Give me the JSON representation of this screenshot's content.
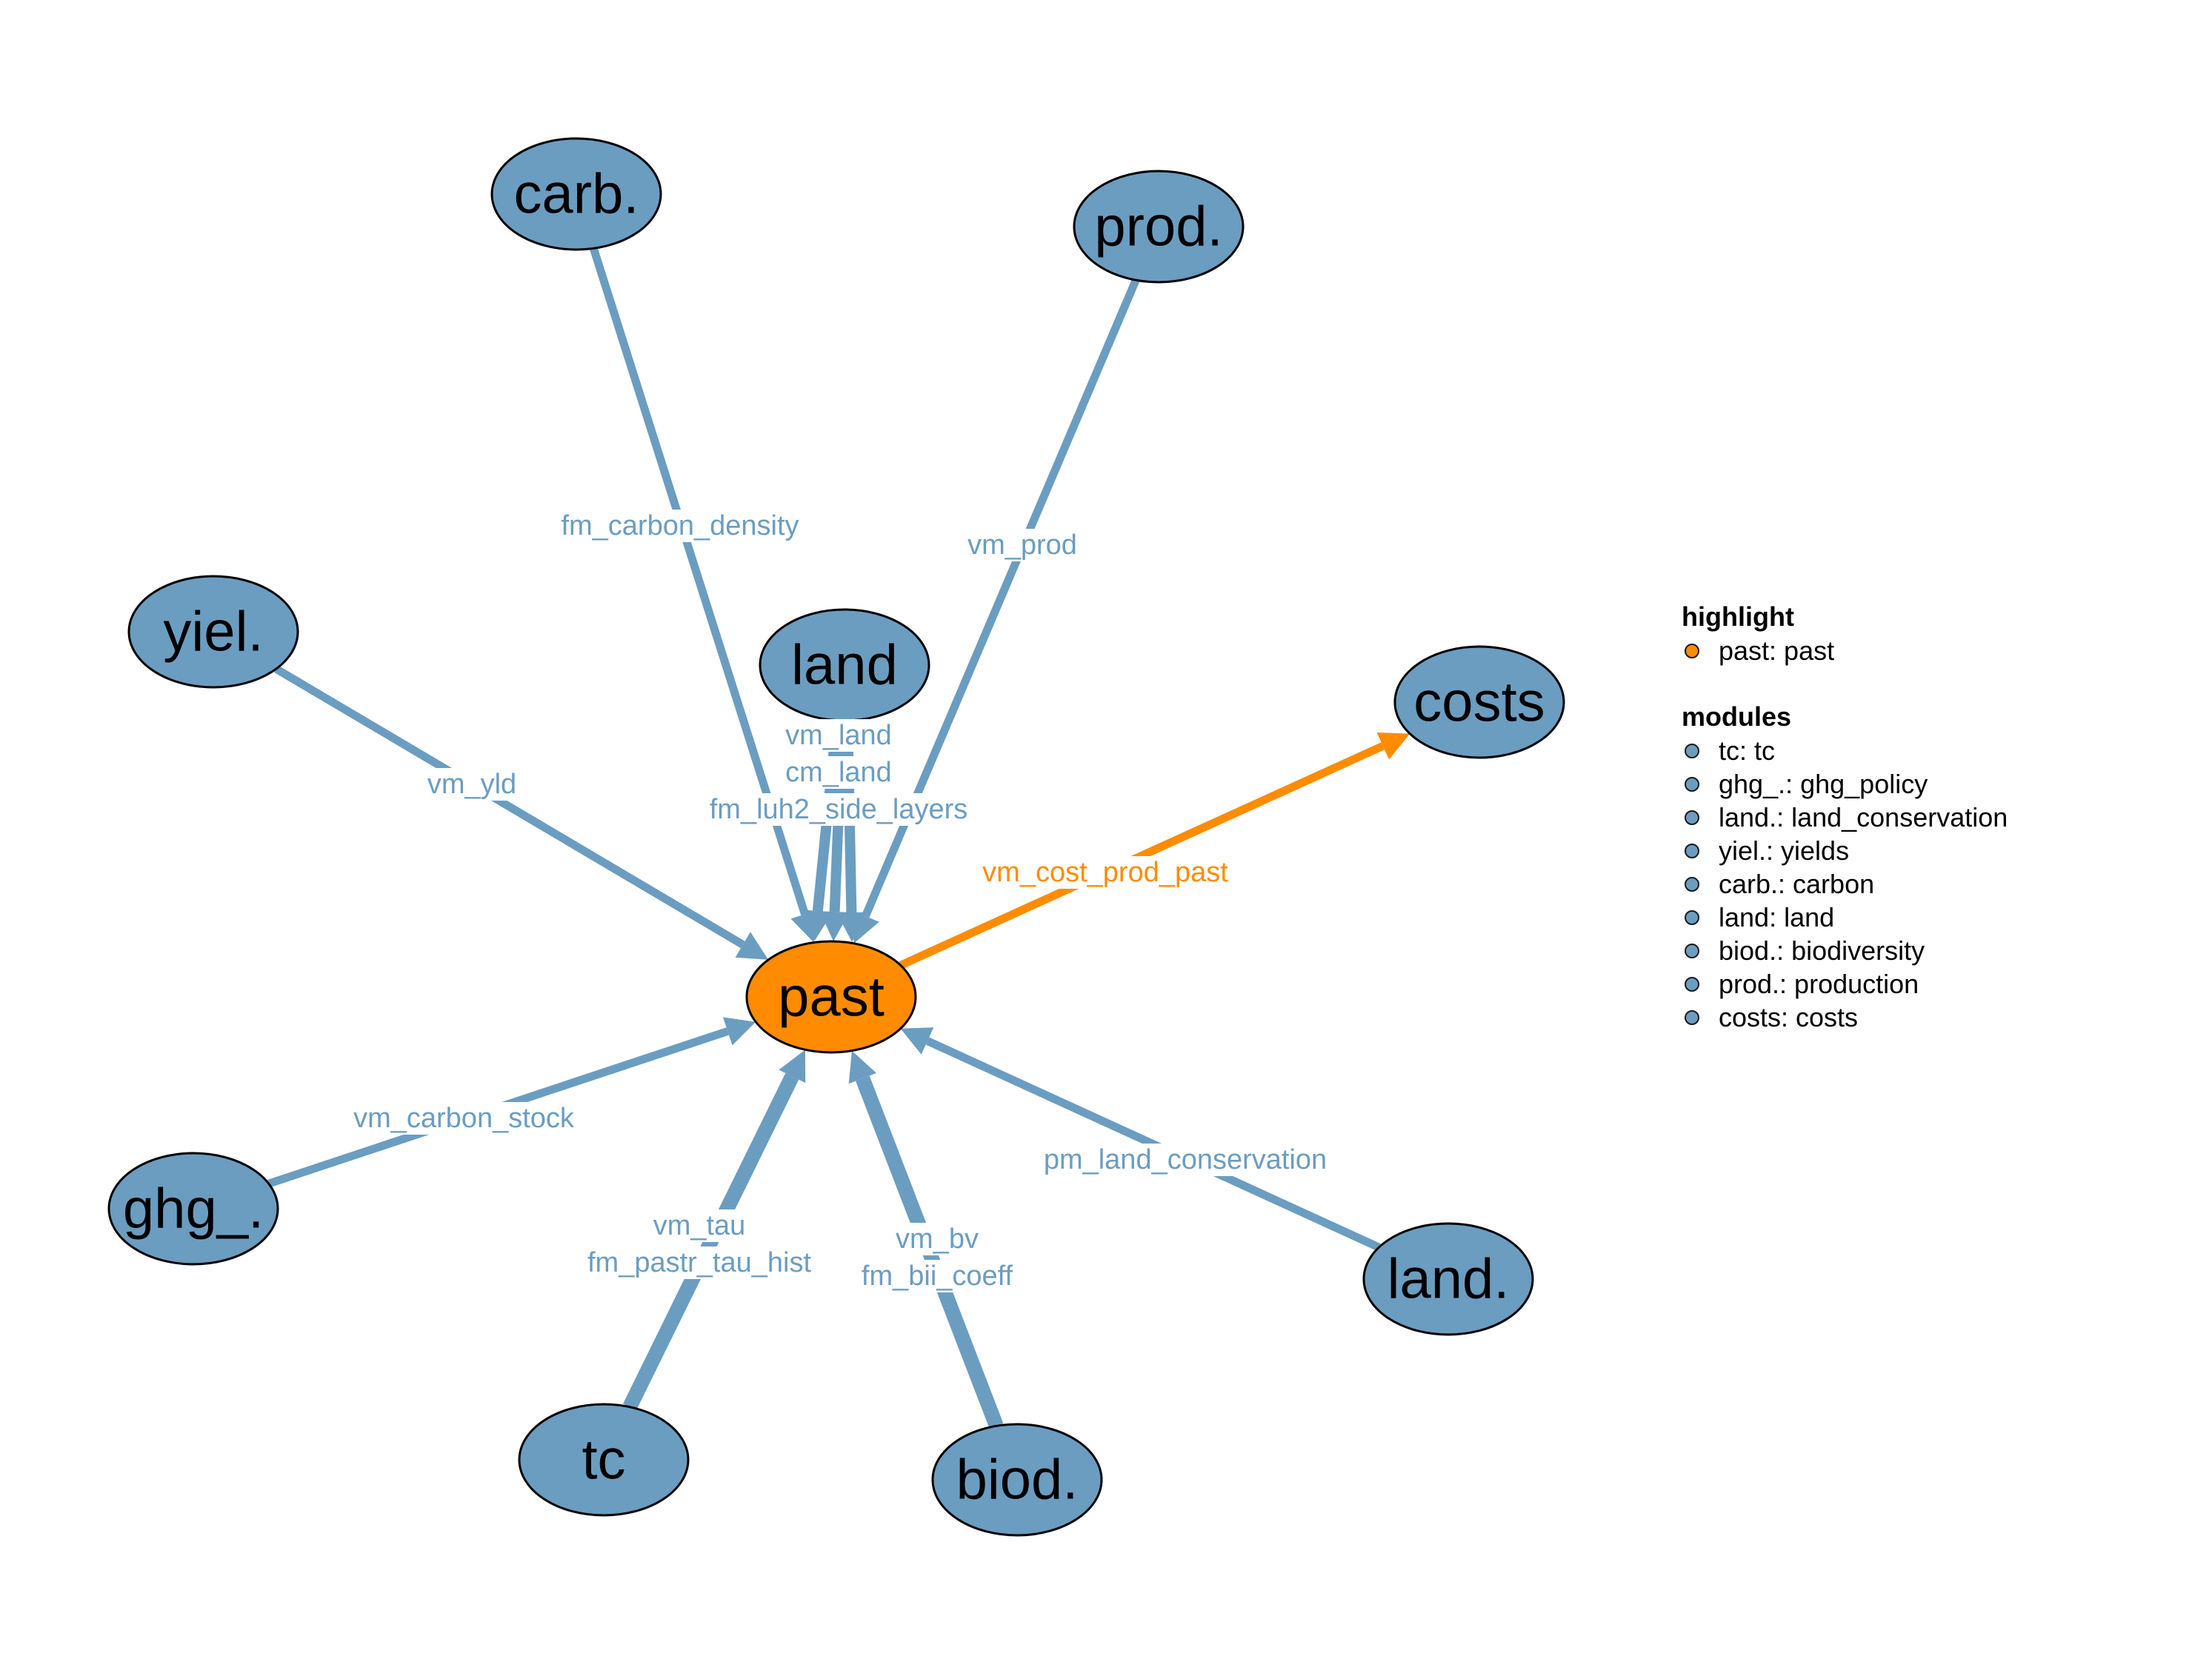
{
  "colors": {
    "module": "#6b9dc1",
    "highlight": "#ff8c00",
    "border": "#000000"
  },
  "nodes": [
    {
      "id": "past",
      "label": "past",
      "highlight": true
    },
    {
      "id": "carb",
      "label": "carb."
    },
    {
      "id": "prod",
      "label": "prod."
    },
    {
      "id": "yiel",
      "label": "yiel."
    },
    {
      "id": "land",
      "label": "land"
    },
    {
      "id": "costs",
      "label": "costs"
    },
    {
      "id": "ghg",
      "label": "ghg_."
    },
    {
      "id": "landc",
      "label": "land."
    },
    {
      "id": "tc",
      "label": "tc"
    },
    {
      "id": "biod",
      "label": "biod."
    }
  ],
  "edges": [
    {
      "from": "carb",
      "to": "past",
      "labels": [
        "fm_carbon_density"
      ],
      "weight": 1
    },
    {
      "from": "prod",
      "to": "past",
      "labels": [
        "vm_prod"
      ],
      "weight": 1
    },
    {
      "from": "yiel",
      "to": "past",
      "labels": [
        "vm_yld"
      ],
      "weight": 1
    },
    {
      "from": "land",
      "to": "past",
      "labels": [
        "vm_land",
        "cm_land",
        "fm_luh2_side_layers"
      ],
      "weight": 3
    },
    {
      "from": "past",
      "to": "costs",
      "labels": [
        "vm_cost_prod_past"
      ],
      "weight": 1,
      "highlight": true
    },
    {
      "from": "ghg",
      "to": "past",
      "labels": [
        "vm_carbon_stock"
      ],
      "weight": 1
    },
    {
      "from": "landc",
      "to": "past",
      "labels": [
        "pm_land_conservation"
      ],
      "weight": 1
    },
    {
      "from": "tc",
      "to": "past",
      "labels": [
        "vm_tau",
        "fm_pastr_tau_hist"
      ],
      "weight": 2
    },
    {
      "from": "biod",
      "to": "past",
      "labels": [
        "vm_bv",
        "fm_bii_coeff"
      ],
      "weight": 2
    }
  ],
  "legend": {
    "highlight_title": "highlight",
    "highlight_items": [
      "past: past"
    ],
    "modules_title": "modules",
    "module_items": [
      "tc: tc",
      "ghg_.: ghg_policy",
      "land.: land_conservation",
      "yiel.: yields",
      "carb.: carbon",
      "land: land",
      "biod.: biodiversity",
      "prod.: production",
      "costs: costs"
    ]
  }
}
